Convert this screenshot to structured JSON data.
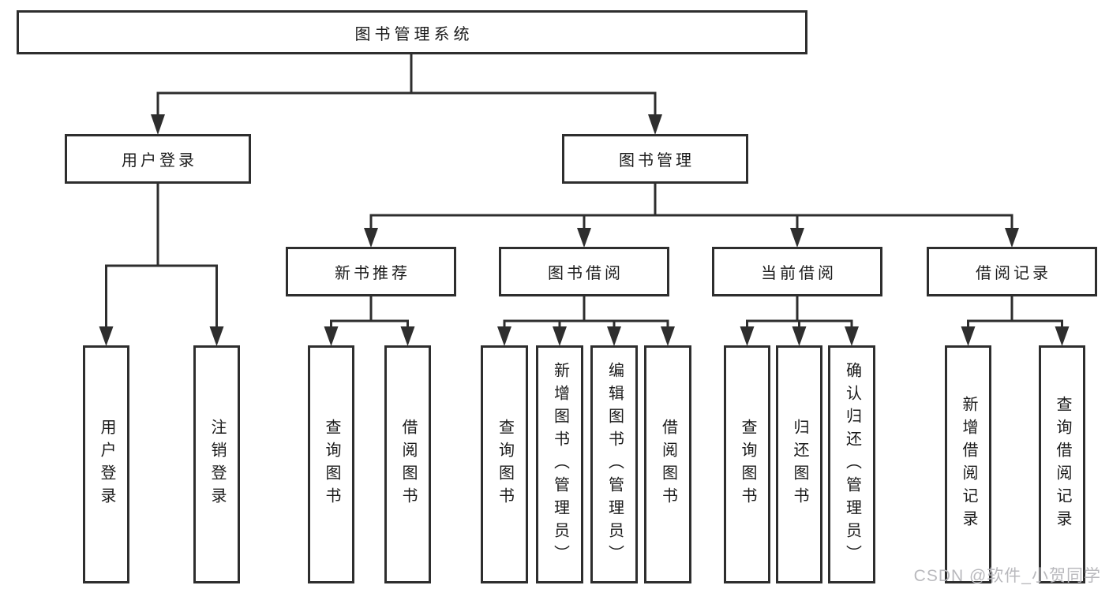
{
  "diagram": {
    "type": "hierarchy",
    "root": "图书管理系统",
    "children": [
      {
        "label": "用户登录",
        "children": [
          "用户登录",
          "注销登录"
        ]
      },
      {
        "label": "图书管理",
        "children": [
          {
            "label": "新书推荐",
            "children": [
              "查询图书",
              "借阅图书"
            ]
          },
          {
            "label": "图书借阅",
            "children": [
              "查询图书",
              "新增图书（管理员）",
              "编辑图书（管理员）",
              "借阅图书"
            ]
          },
          {
            "label": "当前借阅",
            "children": [
              "查询图书",
              "归还图书",
              "确认归还（管理员）"
            ]
          },
          {
            "label": "借阅记录",
            "children": [
              "新增借阅记录",
              "查询借阅记录"
            ]
          }
        ]
      }
    ]
  },
  "colors": {
    "line": "#2e2e2e",
    "text": "#1b1b1b",
    "background": "#ffffff",
    "watermark": "#b9b9bd"
  },
  "watermark": {
    "text": "CSDN @软件_小贺同学"
  }
}
